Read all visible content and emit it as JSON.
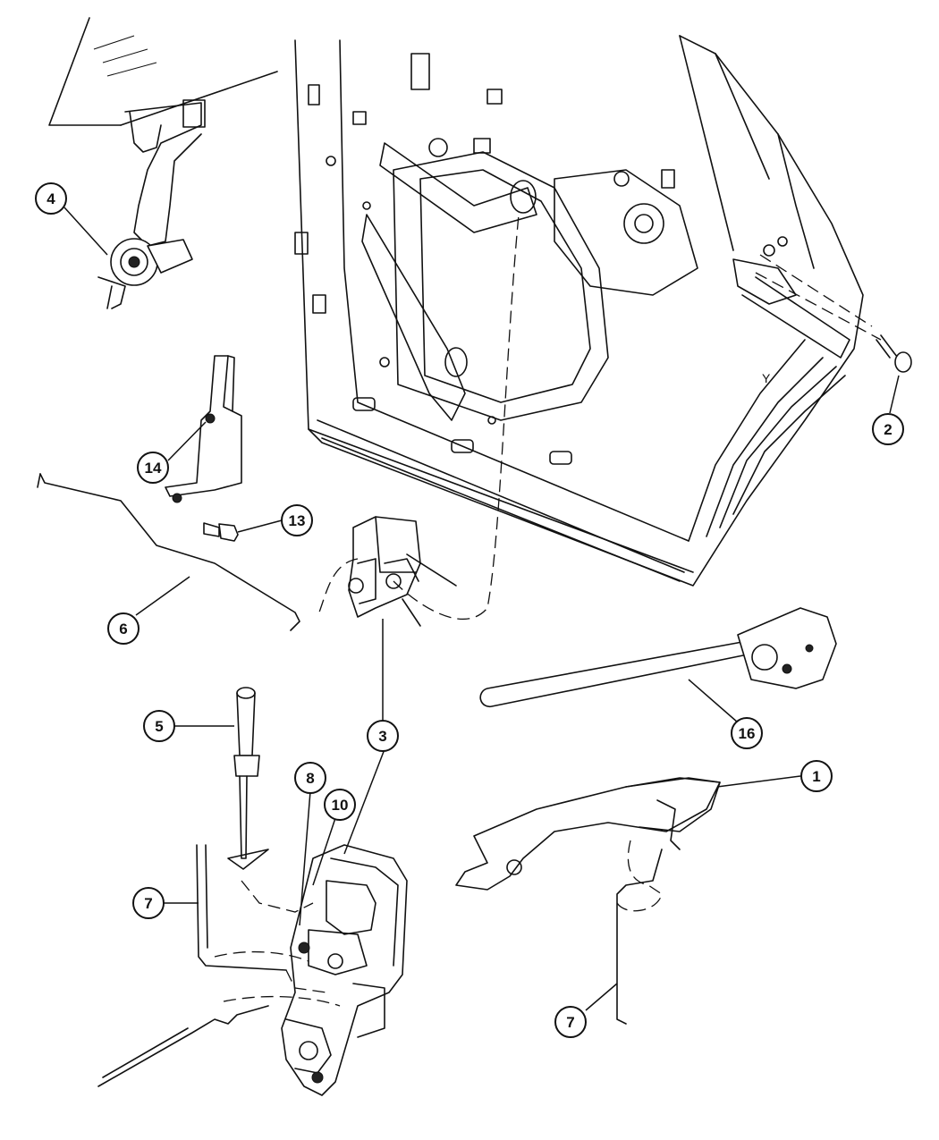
{
  "callouts": [
    {
      "number": "1"
    },
    {
      "number": "2"
    },
    {
      "number": "3"
    },
    {
      "number": "4"
    },
    {
      "number": "5"
    },
    {
      "number": "6"
    },
    {
      "number": "7"
    },
    {
      "number": "7"
    },
    {
      "number": "8"
    },
    {
      "number": "10"
    },
    {
      "number": "13"
    },
    {
      "number": "14"
    },
    {
      "number": "16"
    }
  ],
  "panel_mark": "Y"
}
